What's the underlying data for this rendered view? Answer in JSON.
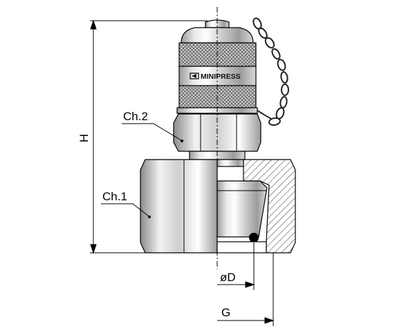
{
  "labels": {
    "height": "H",
    "wrench_size_2": "Ch.2",
    "wrench_size_1": "Ch.1",
    "bore_diameter": "øD",
    "thread": "G"
  },
  "brand": {
    "text": "MINIPRESS",
    "logo_name": "minipress-logo"
  },
  "colors": {
    "line": "#000000",
    "metal_light": "#f4f4f4",
    "metal_mid": "#c9c9c9",
    "metal_dark": "#8c8c8c",
    "hatch": "#333333"
  }
}
